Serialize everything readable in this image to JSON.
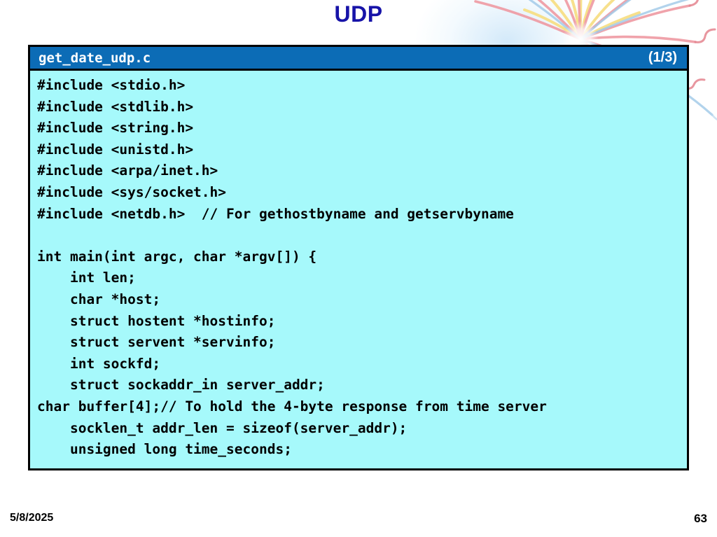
{
  "slide": {
    "title": "UDP",
    "title_color": "#1713a8",
    "background": "#ffffff"
  },
  "decoration": {
    "name": "firework-burst",
    "colors": [
      "#f2a0a8",
      "#f6d96a",
      "#a9cdeb",
      "#e98b95"
    ]
  },
  "code_panel": {
    "header": {
      "filename": "get_date_udp.c",
      "page_indicator": "(1/3)",
      "background": "#0c6cb6",
      "text_color": "#ffffff"
    },
    "body_background": "#a6f9fb",
    "border_color": "#000000",
    "code_lines": [
      "#include <stdio.h>",
      "#include <stdlib.h>",
      "#include <string.h>",
      "#include <unistd.h>",
      "#include <arpa/inet.h>",
      "#include <sys/socket.h>",
      "#include <netdb.h>  // For gethostbyname and getservbyname",
      "",
      "int main(int argc, char *argv[]) {",
      "    int len;",
      "    char *host;",
      "    struct hostent *hostinfo;",
      "    struct servent *servinfo;",
      "    int sockfd;",
      "    struct sockaddr_in server_addr;",
      "char buffer[4];// To hold the 4-byte response from time server",
      "    socklen_t addr_len = sizeof(server_addr);",
      "    unsigned long time_seconds;"
    ]
  },
  "footer": {
    "date": "5/8/2025",
    "page_number": "63"
  }
}
